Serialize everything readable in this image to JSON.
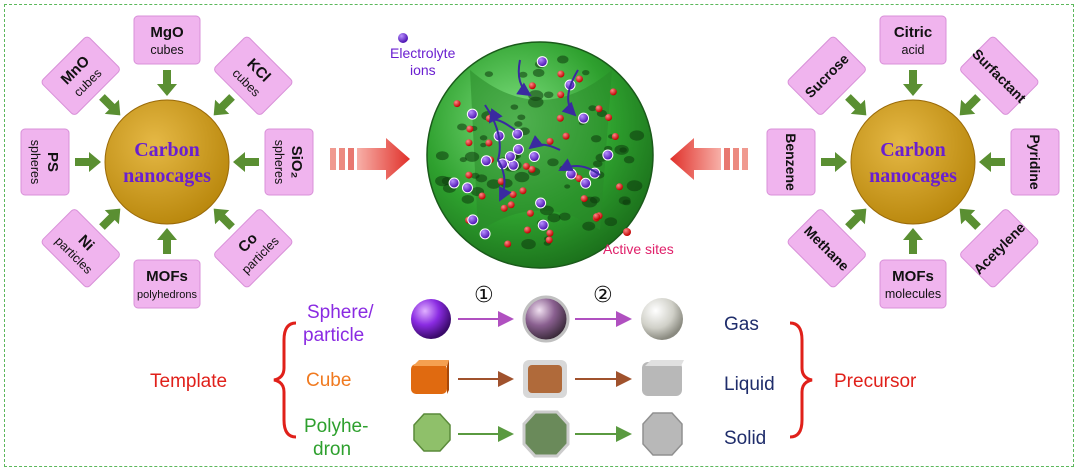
{
  "left_hub": {
    "center_line1": "Carbon",
    "center_line2": "nanocages",
    "templates": [
      {
        "main": "MgO",
        "sub": "cubes"
      },
      {
        "main": "KCl",
        "sub": "cubes"
      },
      {
        "main": "SiO₂",
        "sub": "spheres"
      },
      {
        "main": "Co",
        "sub": "particles"
      },
      {
        "main": "MOFs",
        "sub": "polyhedrons"
      },
      {
        "main": "Ni",
        "sub": "particles"
      },
      {
        "main": "PS",
        "sub": "spheres"
      },
      {
        "main": "MnO",
        "sub": "cubes"
      }
    ]
  },
  "right_hub": {
    "center_line1": "Carbon",
    "center_line2": "nanocages",
    "precursors": [
      {
        "main": "Citric",
        "sub": "acid"
      },
      {
        "main": "Surfactant"
      },
      {
        "main": "Pyridine"
      },
      {
        "main": "Acetylene"
      },
      {
        "main": "MOFs",
        "sub": "molecules"
      },
      {
        "main": "Methane"
      },
      {
        "main": "Benzene"
      },
      {
        "main": "Sucrose"
      }
    ]
  },
  "sphere": {
    "electrolyte_label_1": "Electrolyte",
    "electrolyte_label_2": "ions",
    "active_sites_label": "Active sites"
  },
  "legend": {
    "template_label": "Template",
    "precursor_label": "Precursor",
    "step1": "①",
    "step2": "②",
    "rows": [
      {
        "type_line1": "Sphere/",
        "type_line2": "particle",
        "type_color": "#8a2be2",
        "phase": "Gas"
      },
      {
        "type_line1": "Cube",
        "type_line2": "",
        "type_color": "#f07a20",
        "phase": "Liquid"
      },
      {
        "type_line1": "Polyhe-",
        "type_line2": "dron",
        "type_color": "#2ea02e",
        "phase": "Solid"
      }
    ]
  },
  "colors": {
    "pink_box": "#f0b4ee",
    "gold_circle": "#c8961c",
    "green_arrow": "#5a8f32",
    "red_text": "#e0201a",
    "navy_text": "#1f2d6b"
  }
}
